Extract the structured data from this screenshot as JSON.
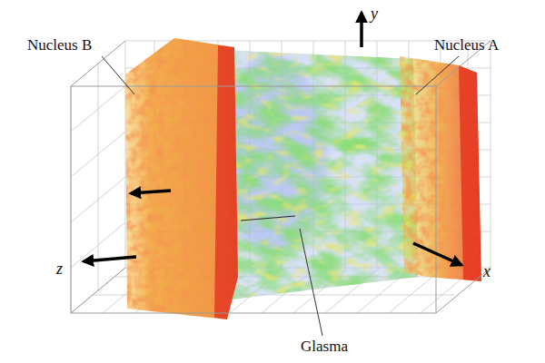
{
  "diagram": {
    "labels": [
      "Nucleus B",
      "Nucleus A",
      "y",
      "z",
      "x",
      "Glasma"
    ]
  }
}
